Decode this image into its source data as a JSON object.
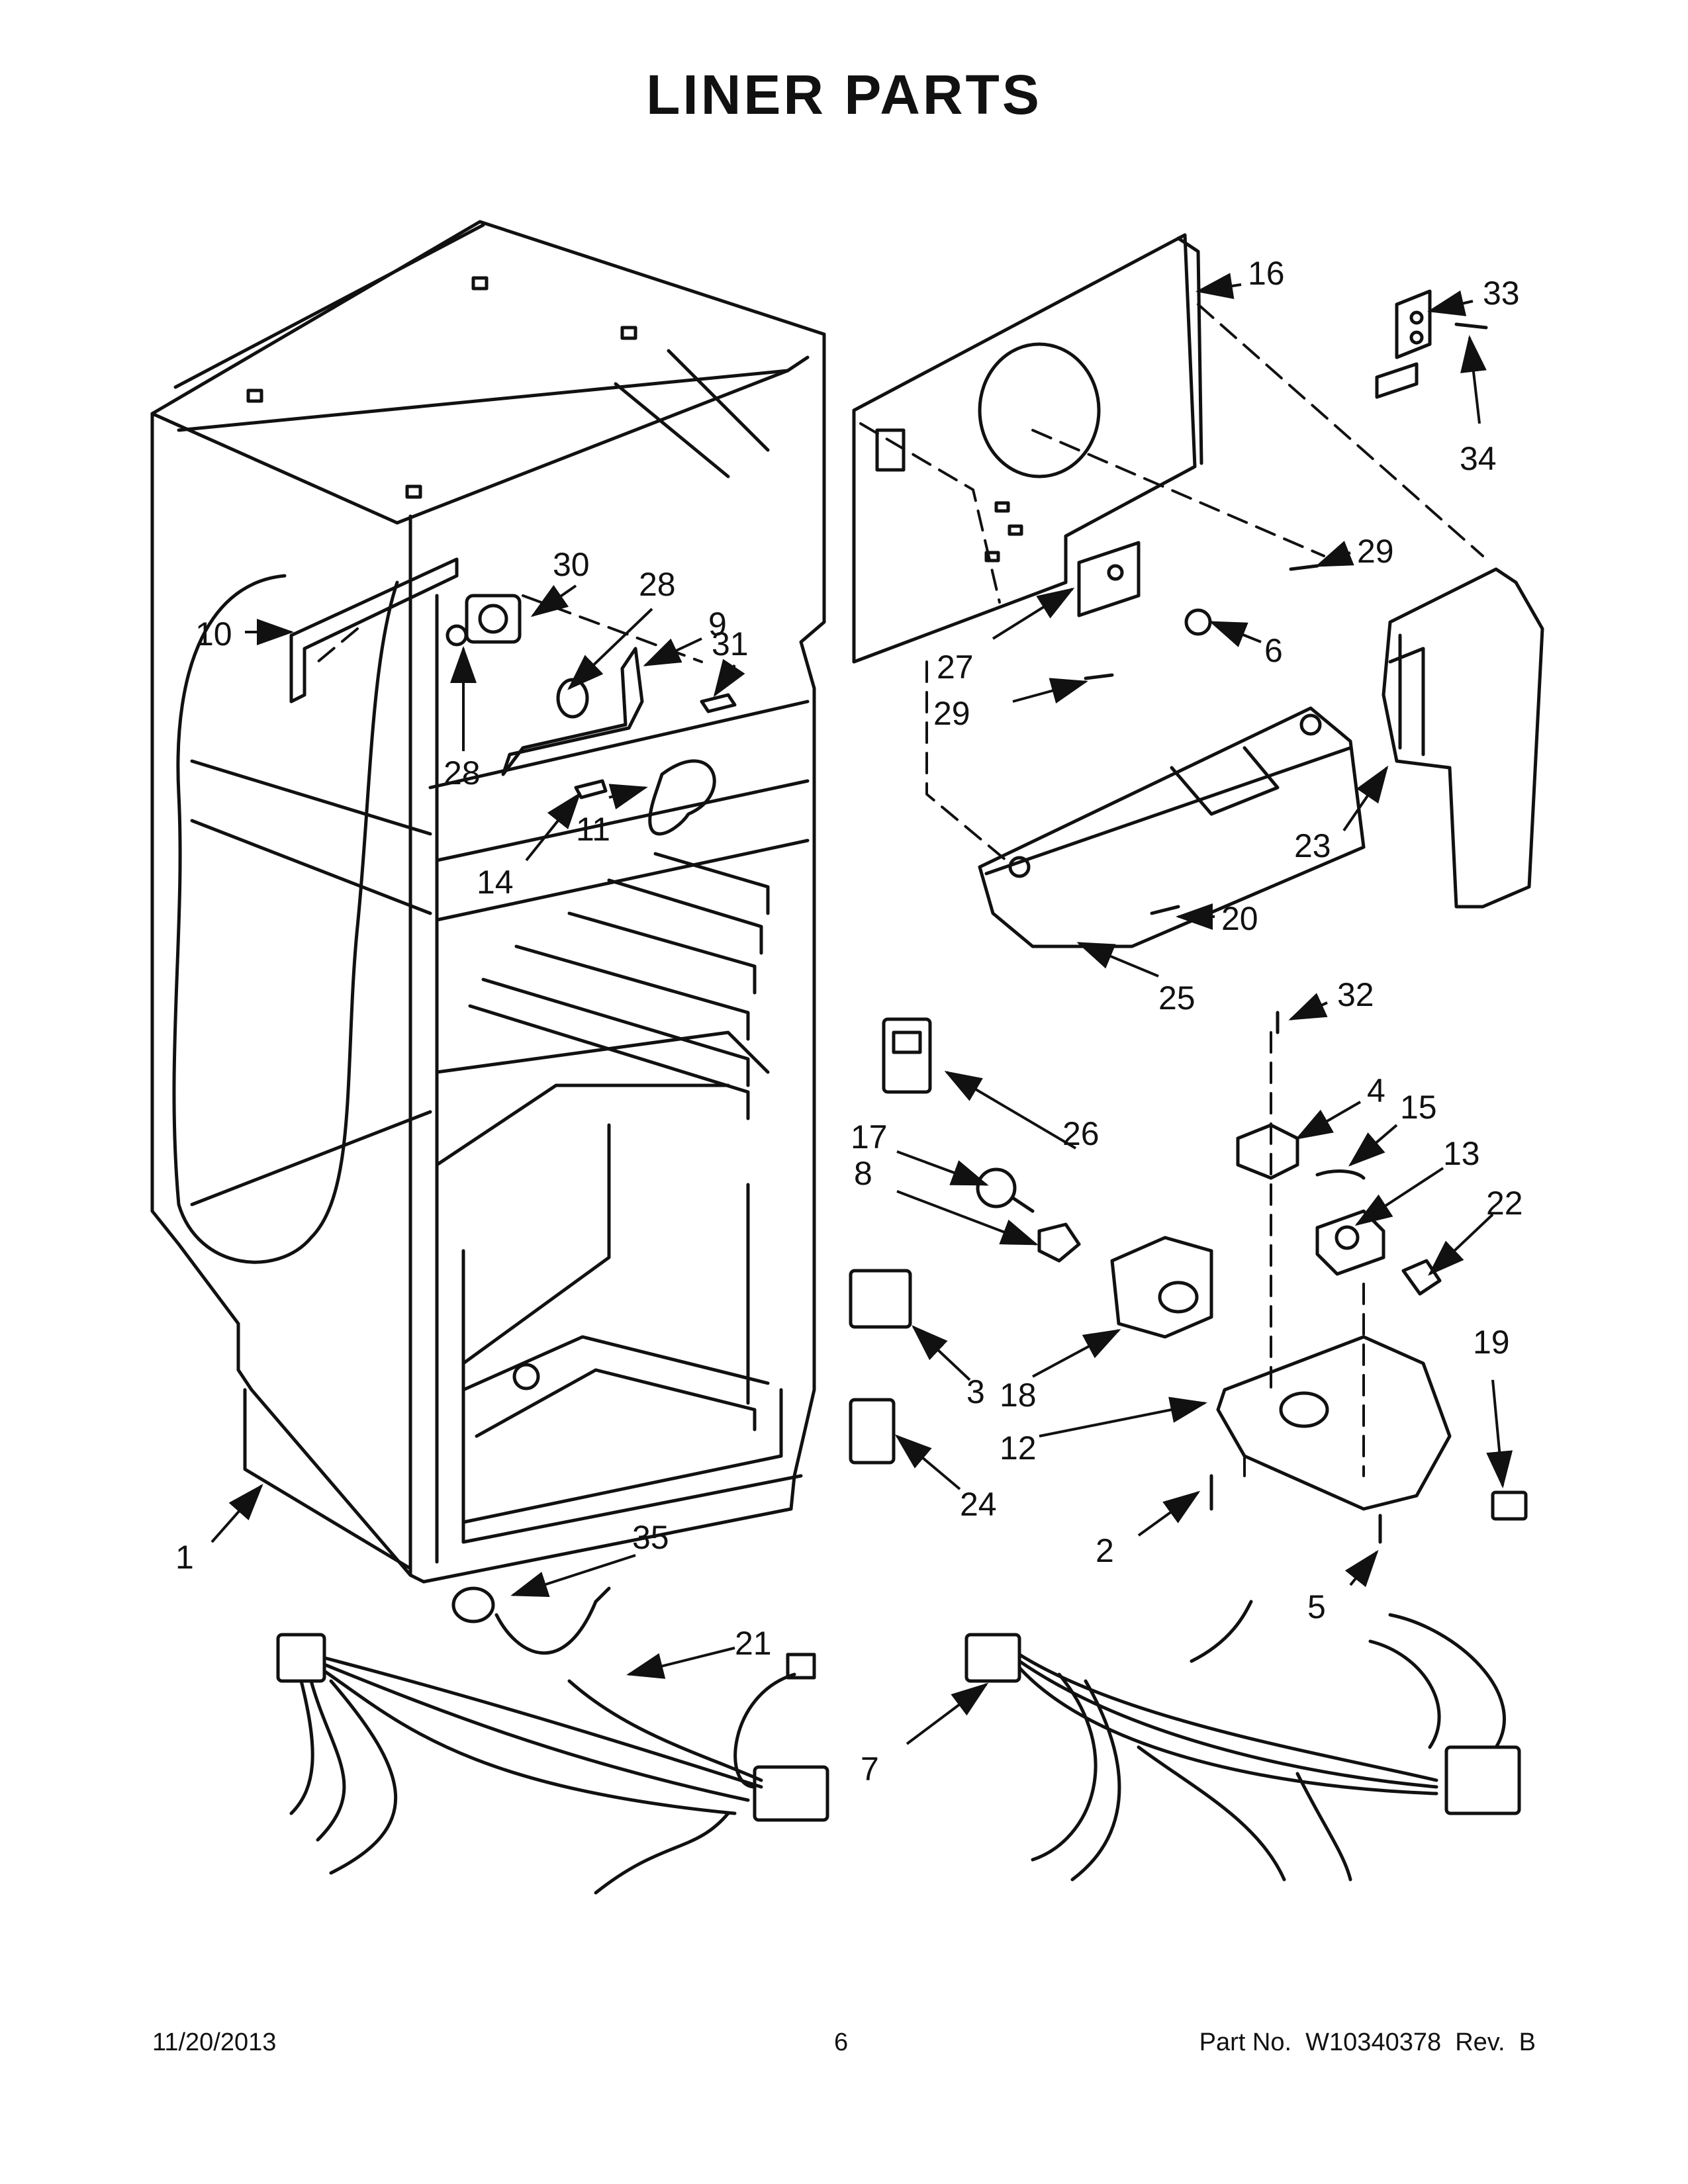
{
  "title": "LINER PARTS",
  "footer": {
    "date": "11/20/2013",
    "page": "6",
    "part_number": "Part No.  W10340378  Rev.  B"
  },
  "callouts": [
    "1",
    "2",
    "3",
    "4",
    "5",
    "6",
    "7",
    "8",
    "9",
    "10",
    "11",
    "12",
    "13",
    "14",
    "15",
    "16",
    "17",
    "18",
    "19",
    "20",
    "21",
    "22",
    "23",
    "24",
    "25",
    "26",
    "27",
    "28",
    "28",
    "29",
    "29",
    "30",
    "31",
    "32",
    "33",
    "34",
    "35"
  ]
}
